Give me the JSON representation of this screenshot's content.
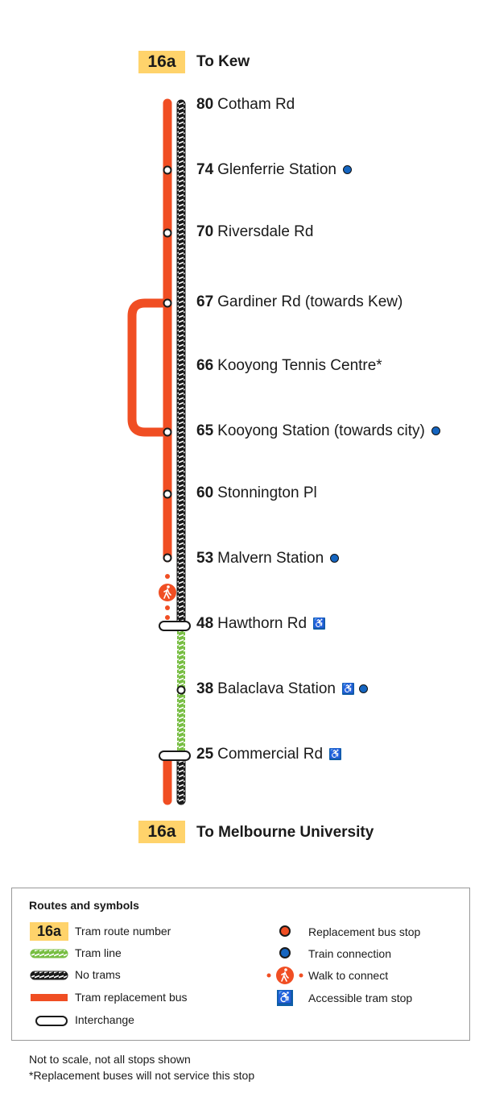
{
  "route_number": "16a",
  "destination_top": "To Kew",
  "destination_bottom": "To Melbourne University",
  "stops": [
    {
      "num": "80",
      "name": "Cotham Rd",
      "train": false,
      "accessible": false
    },
    {
      "num": "74",
      "name": "Glenferrie Station",
      "train": true,
      "accessible": false
    },
    {
      "num": "70",
      "name": "Riversdale Rd",
      "train": false,
      "accessible": false
    },
    {
      "num": "67",
      "name": "Gardiner Rd (towards Kew)",
      "train": false,
      "accessible": false
    },
    {
      "num": "66",
      "name": "Kooyong Tennis Centre*",
      "train": false,
      "accessible": false
    },
    {
      "num": "65",
      "name": "Kooyong Station (towards city)",
      "train": true,
      "accessible": false
    },
    {
      "num": "60",
      "name": "Stonnington Pl",
      "train": false,
      "accessible": false
    },
    {
      "num": "53",
      "name": "Malvern Station",
      "train": true,
      "accessible": false
    },
    {
      "num": "48",
      "name": "Hawthorn Rd",
      "train": false,
      "accessible": true
    },
    {
      "num": "38",
      "name": "Balaclava Station",
      "train": true,
      "accessible": true
    },
    {
      "num": "25",
      "name": "Commercial Rd",
      "train": false,
      "accessible": true
    }
  ],
  "legend": {
    "title": "Routes and symbols",
    "route_badge": "16a",
    "tram_route_number": "Tram route number",
    "tram_line": "Tram line",
    "no_trams": "No trams",
    "tram_replacement_bus": "Tram replacement bus",
    "interchange": "Interchange",
    "replacement_bus_stop": "Replacement bus stop",
    "train_connection": "Train connection",
    "walk_to_connect": "Walk to connect",
    "accessible_tram_stop": "Accessible tram stop"
  },
  "footnotes": {
    "scale": "Not to scale, not all stops shown",
    "asterisk": "*Replacement buses will not service this stop"
  },
  "colors": {
    "replacement_bus": "#f04e23",
    "tram_line": "#78be43",
    "no_trams": "#1a1a1a",
    "route_badge": "#ffd36b",
    "train_connection": "#1565c0",
    "accessible": "#0d5fa8"
  },
  "icons": {
    "walk": "walk-icon",
    "accessible": "wheelchair-icon"
  }
}
